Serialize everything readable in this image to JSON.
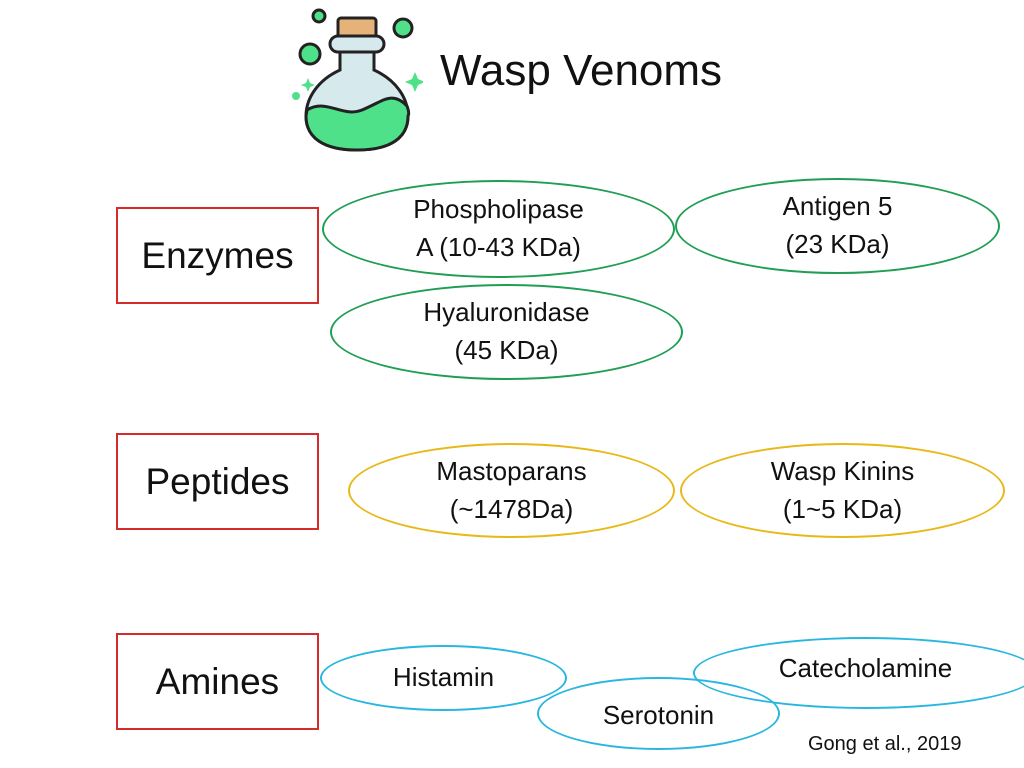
{
  "title": "Wasp Venoms",
  "icon": "potion-flask-icon",
  "colors": {
    "category_border": "#d62b2b",
    "enzyme": "#1f9e54",
    "peptide": "#e8b817",
    "amine": "#29b7e0"
  },
  "categories": [
    {
      "label": "Enzymes",
      "items": [
        {
          "line1": "Phospholipase",
          "line2": "A (10-43 KDa)"
        },
        {
          "line1": "Antigen 5",
          "line2": "(23 KDa)"
        },
        {
          "line1": "Hyaluronidase",
          "line2": "(45 KDa)"
        }
      ]
    },
    {
      "label": "Peptides",
      "items": [
        {
          "line1": "Mastoparans",
          "line2": "(~1478Da)"
        },
        {
          "line1": "Wasp Kinins",
          "line2": "(1~5 KDa)"
        }
      ]
    },
    {
      "label": "Amines",
      "items": [
        {
          "line1": "Histamin"
        },
        {
          "line1": "Serotonin"
        },
        {
          "line1": "Catecholamine"
        }
      ]
    }
  ],
  "citation": "Gong et al., 2019"
}
